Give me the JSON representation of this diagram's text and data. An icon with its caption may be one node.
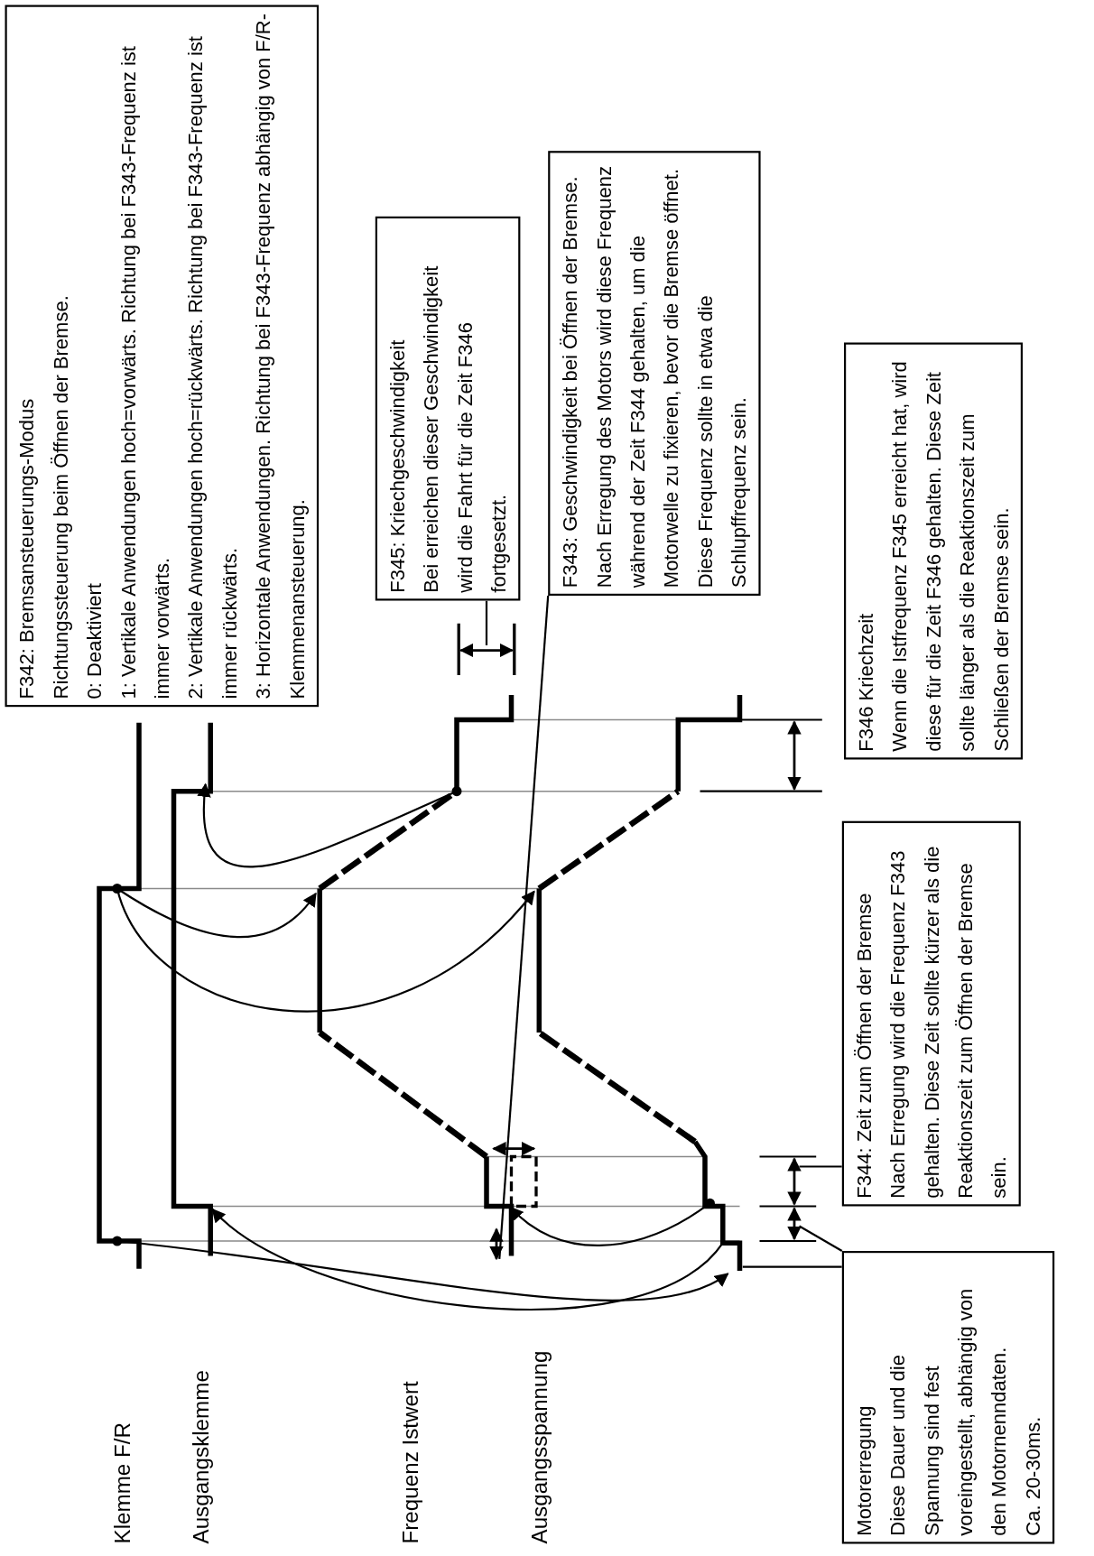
{
  "diagram": {
    "nodes": [
      {
        "text": [
          "F342: Bremsansteuerungs-Modus",
          "Richtungssteuerung beim Öffnen der Bremse.",
          "0: Deaktiviert",
          "1: Vertikale Anwendungen hoch=vorwärts. Richtung bei F343-Frequenz ist immer vorwärts.",
          "2: Vertikale Anwendungen hoch=rückwärts. Richtung bei F343-Frequenz ist immer rückwärts.",
          "3: Horizontale Anwendungen. Richtung bei F343-Frequenz abhängig von F/R-Klemmenansteuerung."
        ]
      },
      {
        "text": [
          "F345: Kriechgeschwindigkeit",
          "Bei erreichen dieser Geschwindigkeit wird die Fahrt für die Zeit F346 fortgesetzt."
        ]
      },
      {
        "text": [
          "F343: Geschwindigkeit bei Öffnen der Bremse. Nach Erregung des Motors wird diese Frequenz während der Zeit F344 gehalten, um die Motorwelle zu fixieren, bevor die Bremse öffnet. Diese Frequenz sollte in etwa die Schlupffrequenz sein."
        ]
      },
      {
        "text": [
          "F346 Kriechzeit",
          "Wenn die Istfrequenz F345 erreicht hat, wird diese für die Zeit F346 gehalten. Diese Zeit sollte länger als die Reaktionszeit zum Schließen der Bremse sein."
        ]
      },
      {
        "text": [
          "F344: Zeit zum Öffnen der Bremse",
          "Nach Erregung wird die Frequenz F343 gehalten. Diese Zeit sollte kürzer als die Reaktionszeit zum Öffnen der Bremse sein."
        ]
      },
      {
        "text": [
          "Motorerregung",
          "Diese Dauer und die Spannung sind fest voreingestellt, abhängig von den Motornenndaten.",
          "Ca. 20-30ms."
        ]
      }
    ],
    "edges": [
      {
        "from": 1,
        "to": null,
        "arrow": "none"
      },
      {
        "from": 2,
        "to": null,
        "arrow": "none"
      },
      {
        "from": 4,
        "to": null,
        "arrow": "none"
      },
      {
        "from": 5,
        "to": null,
        "arrow": "none"
      },
      {
        "from": 5,
        "to": null,
        "arrow": "none"
      }
    ],
    "labels": [
      "Klemme F/R",
      "Ausgangsklemme",
      "Frequenz Istwert",
      "Ausgangsspannung"
    ]
  }
}
